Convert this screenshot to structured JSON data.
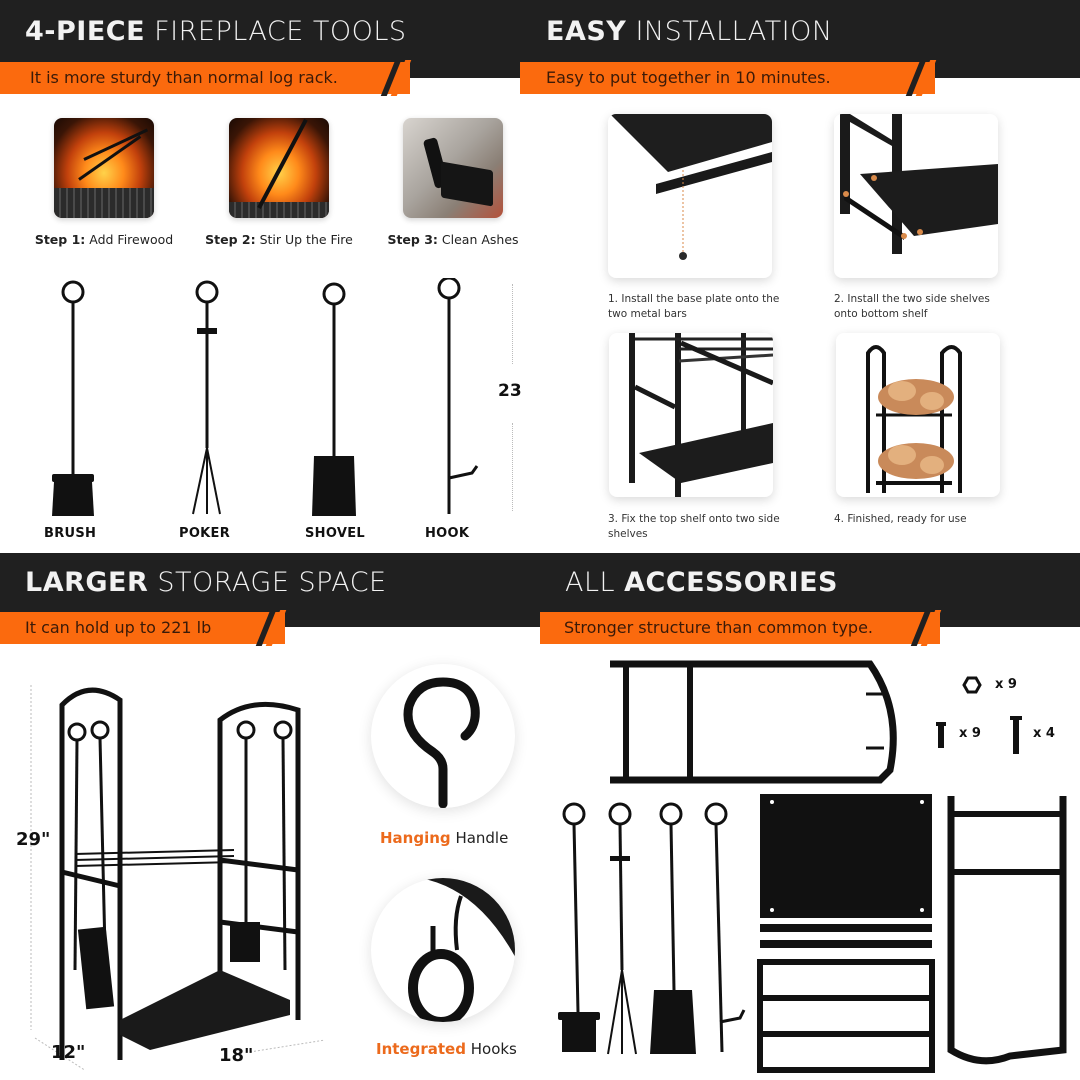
{
  "colors": {
    "dark_band": "#202020",
    "accent_orange": "#fb6a0e",
    "feature_orange": "#ec6a1c",
    "text_dark": "#222222"
  },
  "sections": {
    "tools": {
      "title_bold": "4-PIECE",
      "title_light": "FIREPLACE TOOLS",
      "tagline": "It is more sturdy than normal log rack.",
      "steps": [
        {
          "label_bold": "Step 1:",
          "label": "Add Firewood",
          "image": "fireplace-tongs-photo"
        },
        {
          "label_bold": "Step 2:",
          "label": "Stir Up the Fire",
          "image": "fireplace-poker-photo"
        },
        {
          "label_bold": "Step 3:",
          "label": "Clean Ashes",
          "image": "ash-shovel-photo"
        }
      ],
      "items": [
        {
          "name": "BRUSH",
          "icon": "brush-icon"
        },
        {
          "name": "POKER",
          "icon": "poker-icon"
        },
        {
          "name": "SHOVEL",
          "icon": "shovel-icon"
        },
        {
          "name": "HOOK",
          "icon": "hook-icon"
        }
      ],
      "height_label": "23"
    },
    "installation": {
      "title_bold": "EASY",
      "title_light": "INSTALLATION",
      "tagline": "Easy to put together in 10 minutes.",
      "steps": [
        {
          "caption": "1. Install the base plate onto the two metal bars"
        },
        {
          "caption": "2. Install the two side shelves onto bottom shelf"
        },
        {
          "caption": "3. Fix the top shelf onto two side shelves"
        },
        {
          "caption": "4. Finished, ready for use"
        }
      ]
    },
    "storage": {
      "title_bold": "LARGER",
      "title_light": "STORAGE SPACE",
      "tagline": "It can hold up to 221 lb",
      "dimensions": {
        "height": "29\"",
        "depth": "12\"",
        "width": "18\""
      },
      "features": [
        {
          "bold": "Hanging",
          "label": "Handle"
        },
        {
          "bold": "Integrated",
          "label": "Hooks"
        }
      ]
    },
    "accessories": {
      "title_light": "ALL",
      "title_bold": "ACCESSORIES",
      "tagline": "Stronger structure than common type.",
      "hardware": [
        {
          "item": "nut",
          "qty": "x 9"
        },
        {
          "item": "short-bolt",
          "qty": "x 9"
        },
        {
          "item": "long-bolt",
          "qty": "x 4"
        }
      ]
    }
  }
}
